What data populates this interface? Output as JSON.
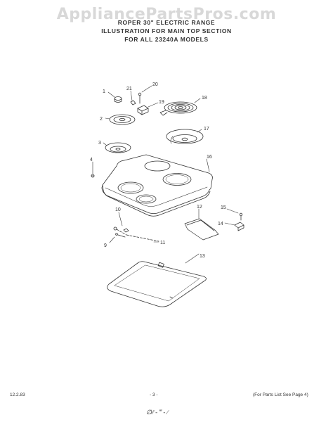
{
  "watermark": "AppliancePartsPros.com",
  "header": {
    "line1": "ROPER 30\" ELECTRIC RANGE",
    "line2": "ILLUSTRATION FOR MAIN TOP SECTION",
    "line3": "FOR ALL 23240A MODELS"
  },
  "callouts": {
    "c1": "1",
    "c2": "2",
    "c3": "3",
    "c4": "4",
    "c9": "9",
    "c10": "10",
    "c11": "11",
    "c12": "12",
    "c13": "13",
    "c14": "14",
    "c15": "15",
    "c16": "16",
    "c17": "17",
    "c18": "18",
    "c19": "19",
    "c20": "20",
    "c21": "21"
  },
  "footer": {
    "date": "12.2.83",
    "page": "- 3 -",
    "note": "(For Parts List See Page 4)",
    "signature": "∅∕∕ - ‴ - ∕"
  }
}
